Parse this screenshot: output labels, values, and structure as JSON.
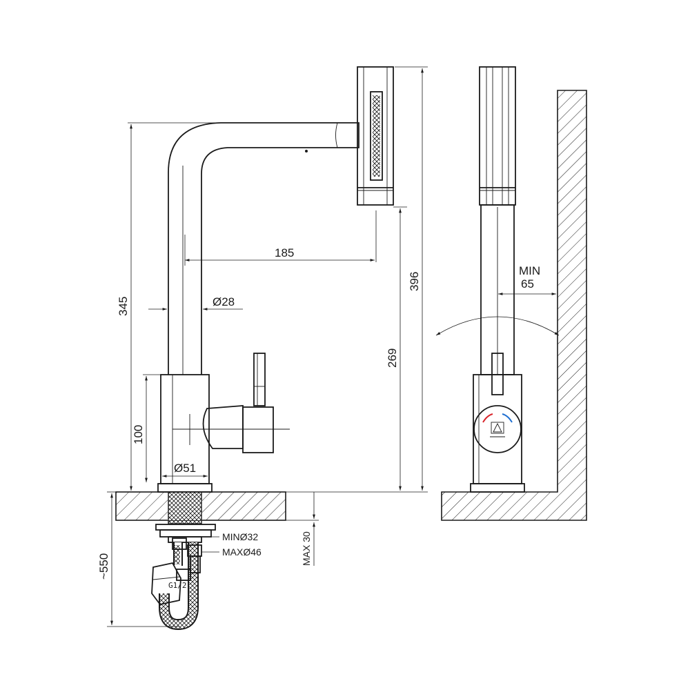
{
  "dimensions": {
    "d185": "185",
    "d28": "Ø28",
    "d345": "345",
    "d396": "396",
    "d269": "269",
    "d100": "100",
    "d51": "Ø51",
    "d550": "~550",
    "min32": "MINØ32",
    "max46": "MAXØ46",
    "max30": "MAX 30",
    "g12": "G1/2",
    "min65_line1": "MIN",
    "min65_line2": "65"
  },
  "colors": {
    "line": "#1a1a1a",
    "hot": "#d9242b",
    "cold": "#1f6fd1"
  },
  "icons": {
    "logo": "brand-logo-icon"
  }
}
